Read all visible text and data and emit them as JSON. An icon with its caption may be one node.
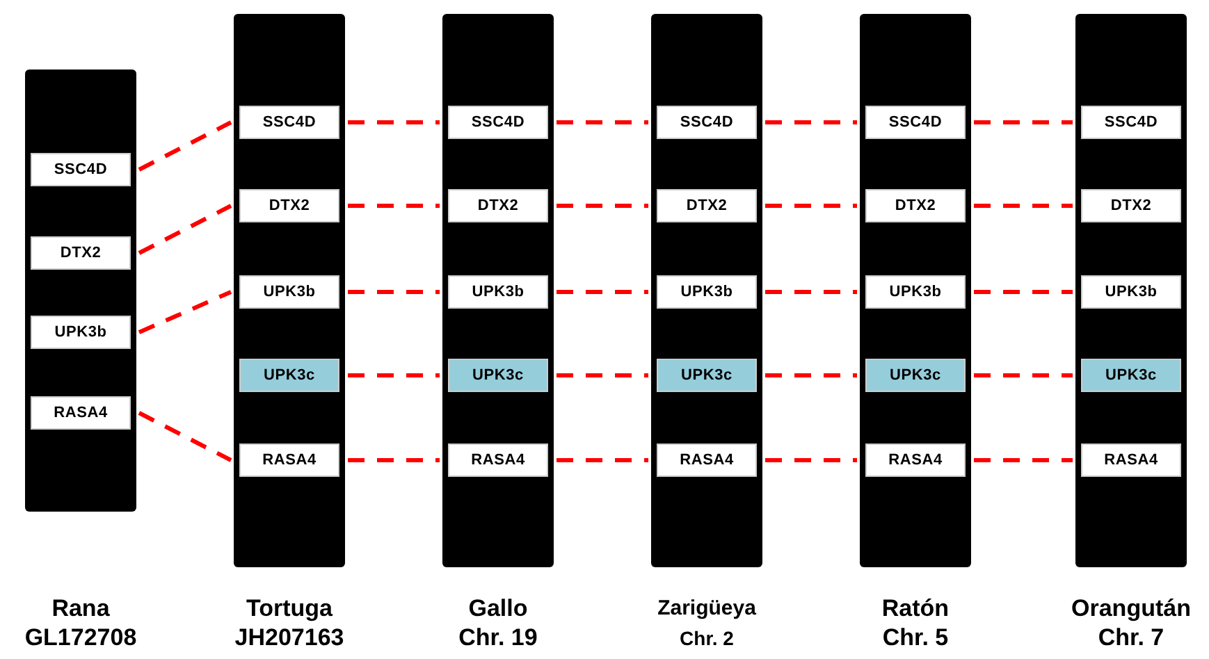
{
  "diagram": {
    "nodes": [
      {
        "text": [
          "Rana",
          "GL172708"
        ]
      },
      {
        "text": [
          "SSC4D"
        ],
        "in": 0
      },
      {
        "text": [
          "DTX2"
        ],
        "in": 0
      },
      {
        "text": [
          "UPK3b"
        ],
        "in": 0
      },
      {
        "text": [
          "RASA4"
        ],
        "in": 0
      },
      {
        "text": [
          "Tortuga",
          "JH207163"
        ]
      },
      {
        "text": [
          "SSC4D"
        ],
        "in": 5
      },
      {
        "text": [
          "DTX2"
        ],
        "in": 5
      },
      {
        "text": [
          "UPK3b"
        ],
        "in": 5
      },
      {
        "text": [
          "UPK3c"
        ],
        "in": 5
      },
      {
        "text": [
          "RASA4"
        ],
        "in": 5
      },
      {
        "text": [
          "Gallo",
          "Chr. 19"
        ]
      },
      {
        "text": [
          "SSC4D"
        ],
        "in": 11
      },
      {
        "text": [
          "DTX2"
        ],
        "in": 11
      },
      {
        "text": [
          "UPK3b"
        ],
        "in": 11
      },
      {
        "text": [
          "UPK3c"
        ],
        "in": 11
      },
      {
        "text": [
          "RASA4"
        ],
        "in": 11
      },
      {
        "text": [
          "Zarigüeya",
          "Chr. 2"
        ]
      },
      {
        "text": [
          "SSC4D"
        ],
        "in": 17
      },
      {
        "text": [
          "DTX2"
        ],
        "in": 17
      },
      {
        "text": [
          "UPK3b"
        ],
        "in": 17
      },
      {
        "text": [
          "UPK3c"
        ],
        "in": 17
      },
      {
        "text": [
          "RASA4"
        ],
        "in": 17
      },
      {
        "text": [
          "Ratón",
          "Chr. 5"
        ]
      },
      {
        "text": [
          "SSC4D"
        ],
        "in": 23
      },
      {
        "text": [
          "DTX2"
        ],
        "in": 23
      },
      {
        "text": [
          "UPK3b"
        ],
        "in": 23
      },
      {
        "text": [
          "UPK3c"
        ],
        "in": 23
      },
      {
        "text": [
          "RASA4"
        ],
        "in": 23
      },
      {
        "text": [
          "Orangután",
          "Chr. 7"
        ]
      },
      {
        "text": [
          "SSC4D"
        ],
        "in": 29
      },
      {
        "text": [
          "DTX2"
        ],
        "in": 29
      },
      {
        "text": [
          "UPK3b"
        ],
        "in": 29
      },
      {
        "text": [
          "UPK3c"
        ],
        "in": 29
      },
      {
        "text": [
          "RASA4"
        ],
        "in": 29
      }
    ],
    "edges": [
      {
        "from": 1,
        "to": 6,
        "arrow": "none",
        "style": "dashed"
      },
      {
        "from": 2,
        "to": 7,
        "arrow": "none",
        "style": "dashed"
      },
      {
        "from": 3,
        "to": 8,
        "arrow": "none",
        "style": "dashed"
      },
      {
        "from": 4,
        "to": 10,
        "arrow": "none",
        "style": "dashed"
      },
      {
        "from": 6,
        "to": 12,
        "arrow": "none",
        "style": "dashed"
      },
      {
        "from": 7,
        "to": 13,
        "arrow": "none",
        "style": "dashed"
      },
      {
        "from": 8,
        "to": 14,
        "arrow": "none",
        "style": "dashed"
      },
      {
        "from": 9,
        "to": 15,
        "arrow": "none",
        "style": "dashed"
      },
      {
        "from": 10,
        "to": 16,
        "arrow": "none",
        "style": "dashed"
      },
      {
        "from": 12,
        "to": 18,
        "arrow": "none",
        "style": "dashed"
      },
      {
        "from": 13,
        "to": 19,
        "arrow": "none",
        "style": "dashed"
      },
      {
        "from": 14,
        "to": 20,
        "arrow": "none",
        "style": "dashed"
      },
      {
        "from": 15,
        "to": 21,
        "arrow": "none",
        "style": "dashed"
      },
      {
        "from": 16,
        "to": 22,
        "arrow": "none",
        "style": "dashed"
      },
      {
        "from": 18,
        "to": 24,
        "arrow": "none",
        "style": "dashed"
      },
      {
        "from": 19,
        "to": 25,
        "arrow": "none",
        "style": "dashed"
      },
      {
        "from": 20,
        "to": 26,
        "arrow": "none",
        "style": "dashed"
      },
      {
        "from": 21,
        "to": 27,
        "arrow": "none",
        "style": "dashed"
      },
      {
        "from": 22,
        "to": 28,
        "arrow": "none",
        "style": "dashed"
      },
      {
        "from": 24,
        "to": 30,
        "arrow": "none",
        "style": "dashed"
      },
      {
        "from": 25,
        "to": 31,
        "arrow": "none",
        "style": "dashed"
      },
      {
        "from": 26,
        "to": 32,
        "arrow": "none",
        "style": "dashed"
      },
      {
        "from": 27,
        "to": 33,
        "arrow": "none",
        "style": "dashed"
      },
      {
        "from": 28,
        "to": 34,
        "arrow": "none",
        "style": "dashed"
      }
    ]
  }
}
